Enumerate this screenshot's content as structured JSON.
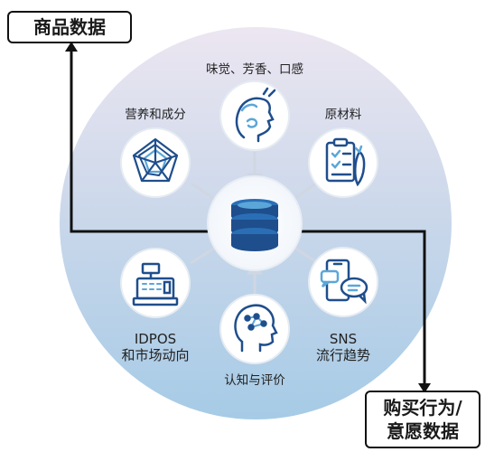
{
  "colors": {
    "disc_top": "#e8e3ef",
    "disc_bottom": "#a9cde6",
    "icon_blue": "#1f4e8c",
    "icon_light": "#5ba6d8",
    "arrow": "#d6dbe3",
    "line": "#111111"
  },
  "boxes": {
    "product_data": "商品数据",
    "purchase_line1": "购买行为/",
    "purchase_line2": "意愿数据"
  },
  "nodes": [
    {
      "label": "味觉、芳香、口感",
      "icon": "taste-face-icon"
    },
    {
      "label": "原材料",
      "icon": "ingredient-list-icon"
    },
    {
      "label_line1": "SNS",
      "label_line2": "流行趋势",
      "icon": "sns-chat-icon"
    },
    {
      "label": "认知与评价",
      "icon": "brain-head-icon"
    },
    {
      "label_line1": "IDPOS",
      "label_line2": "和市场动向",
      "icon": "register-icon"
    },
    {
      "label": "营养和成分",
      "icon": "radar-chart-icon"
    }
  ],
  "center": {
    "icon": "database-icon"
  }
}
